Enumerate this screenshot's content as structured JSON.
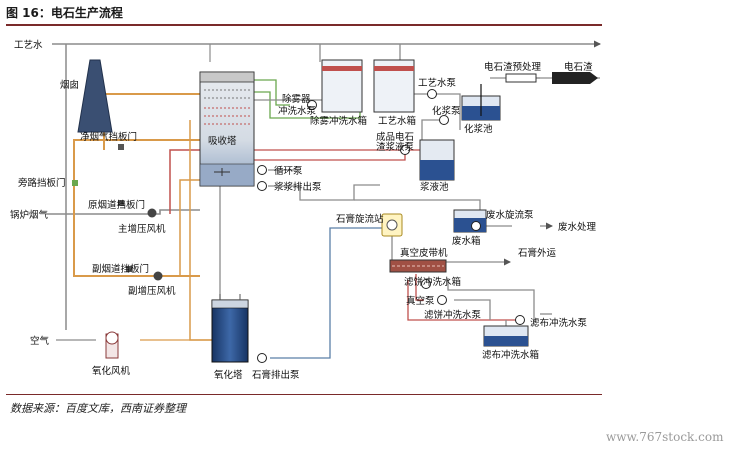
{
  "title": "图 16：电石生产流程",
  "source": "数据来源：百度文库，西南证券整理",
  "watermark": "www.767stock.com",
  "labels": {
    "process_water": "工艺水",
    "chimney": "烟囱",
    "clean_flue_damper": "净烟气挡板门",
    "bypass_damper": "旁路挡板门",
    "boiler_flue_gas": "锅炉烟气",
    "raw_flue_damper": "原烟道挡板门",
    "main_booster_fan": "主增压风机",
    "aux_flue_damper": "副烟道挡板门",
    "aux_booster_fan": "副增压风机",
    "air": "空气",
    "oxidation_fan": "氧化风机",
    "absorber": "吸收塔",
    "circulation_pump": "循环泵",
    "slurry_discharge_pump": "浆浆排出泵",
    "demister_pump_line1": "除雾器",
    "demister_pump_line2": "冲洗水泵",
    "demister_tank": "除雾冲洗水箱",
    "process_water_tank": "工艺水箱",
    "process_water_pump": "工艺水泵",
    "carbide_slag_pretreat": "电石渣预处理",
    "carbide_slag": "电石渣",
    "slurry_pump": "化浆泵",
    "slurry_prep_tank": "化浆池",
    "product_slurry_pump_line1": "成品电石",
    "product_slurry_pump_line2": "渣浆液泵",
    "slurry_tank": "浆液池",
    "gypsum_cyclone": "石膏旋流站",
    "wastewater_cyclone_pump": "废水旋流泵",
    "wastewater_treatment": "废水处理",
    "wastewater_tank": "废水箱",
    "vacuum_belt": "真空皮带机",
    "gypsum_out": "石膏外运",
    "cake_wash_tank": "滤饼冲洗水箱",
    "vacuum_pump": "真空泵",
    "cake_wash_pump": "滤饼冲洗水泵",
    "cloth_wash_pump": "滤布冲洗水泵",
    "cloth_wash_tank": "滤布冲洗水箱",
    "oxidation_tower": "氧化塔",
    "gypsum_discharge_pump": "石膏排出泵"
  },
  "colors": {
    "line_gray": "#8c8c8c",
    "line_orange": "#d99a4a",
    "line_red": "#c0504d",
    "line_green": "#6aa84f",
    "line_blue": "#5a7fa8",
    "tank_fill": "#1f3f7a",
    "tank_light": "#dfe7f2",
    "rule": "#7a2a2a"
  }
}
